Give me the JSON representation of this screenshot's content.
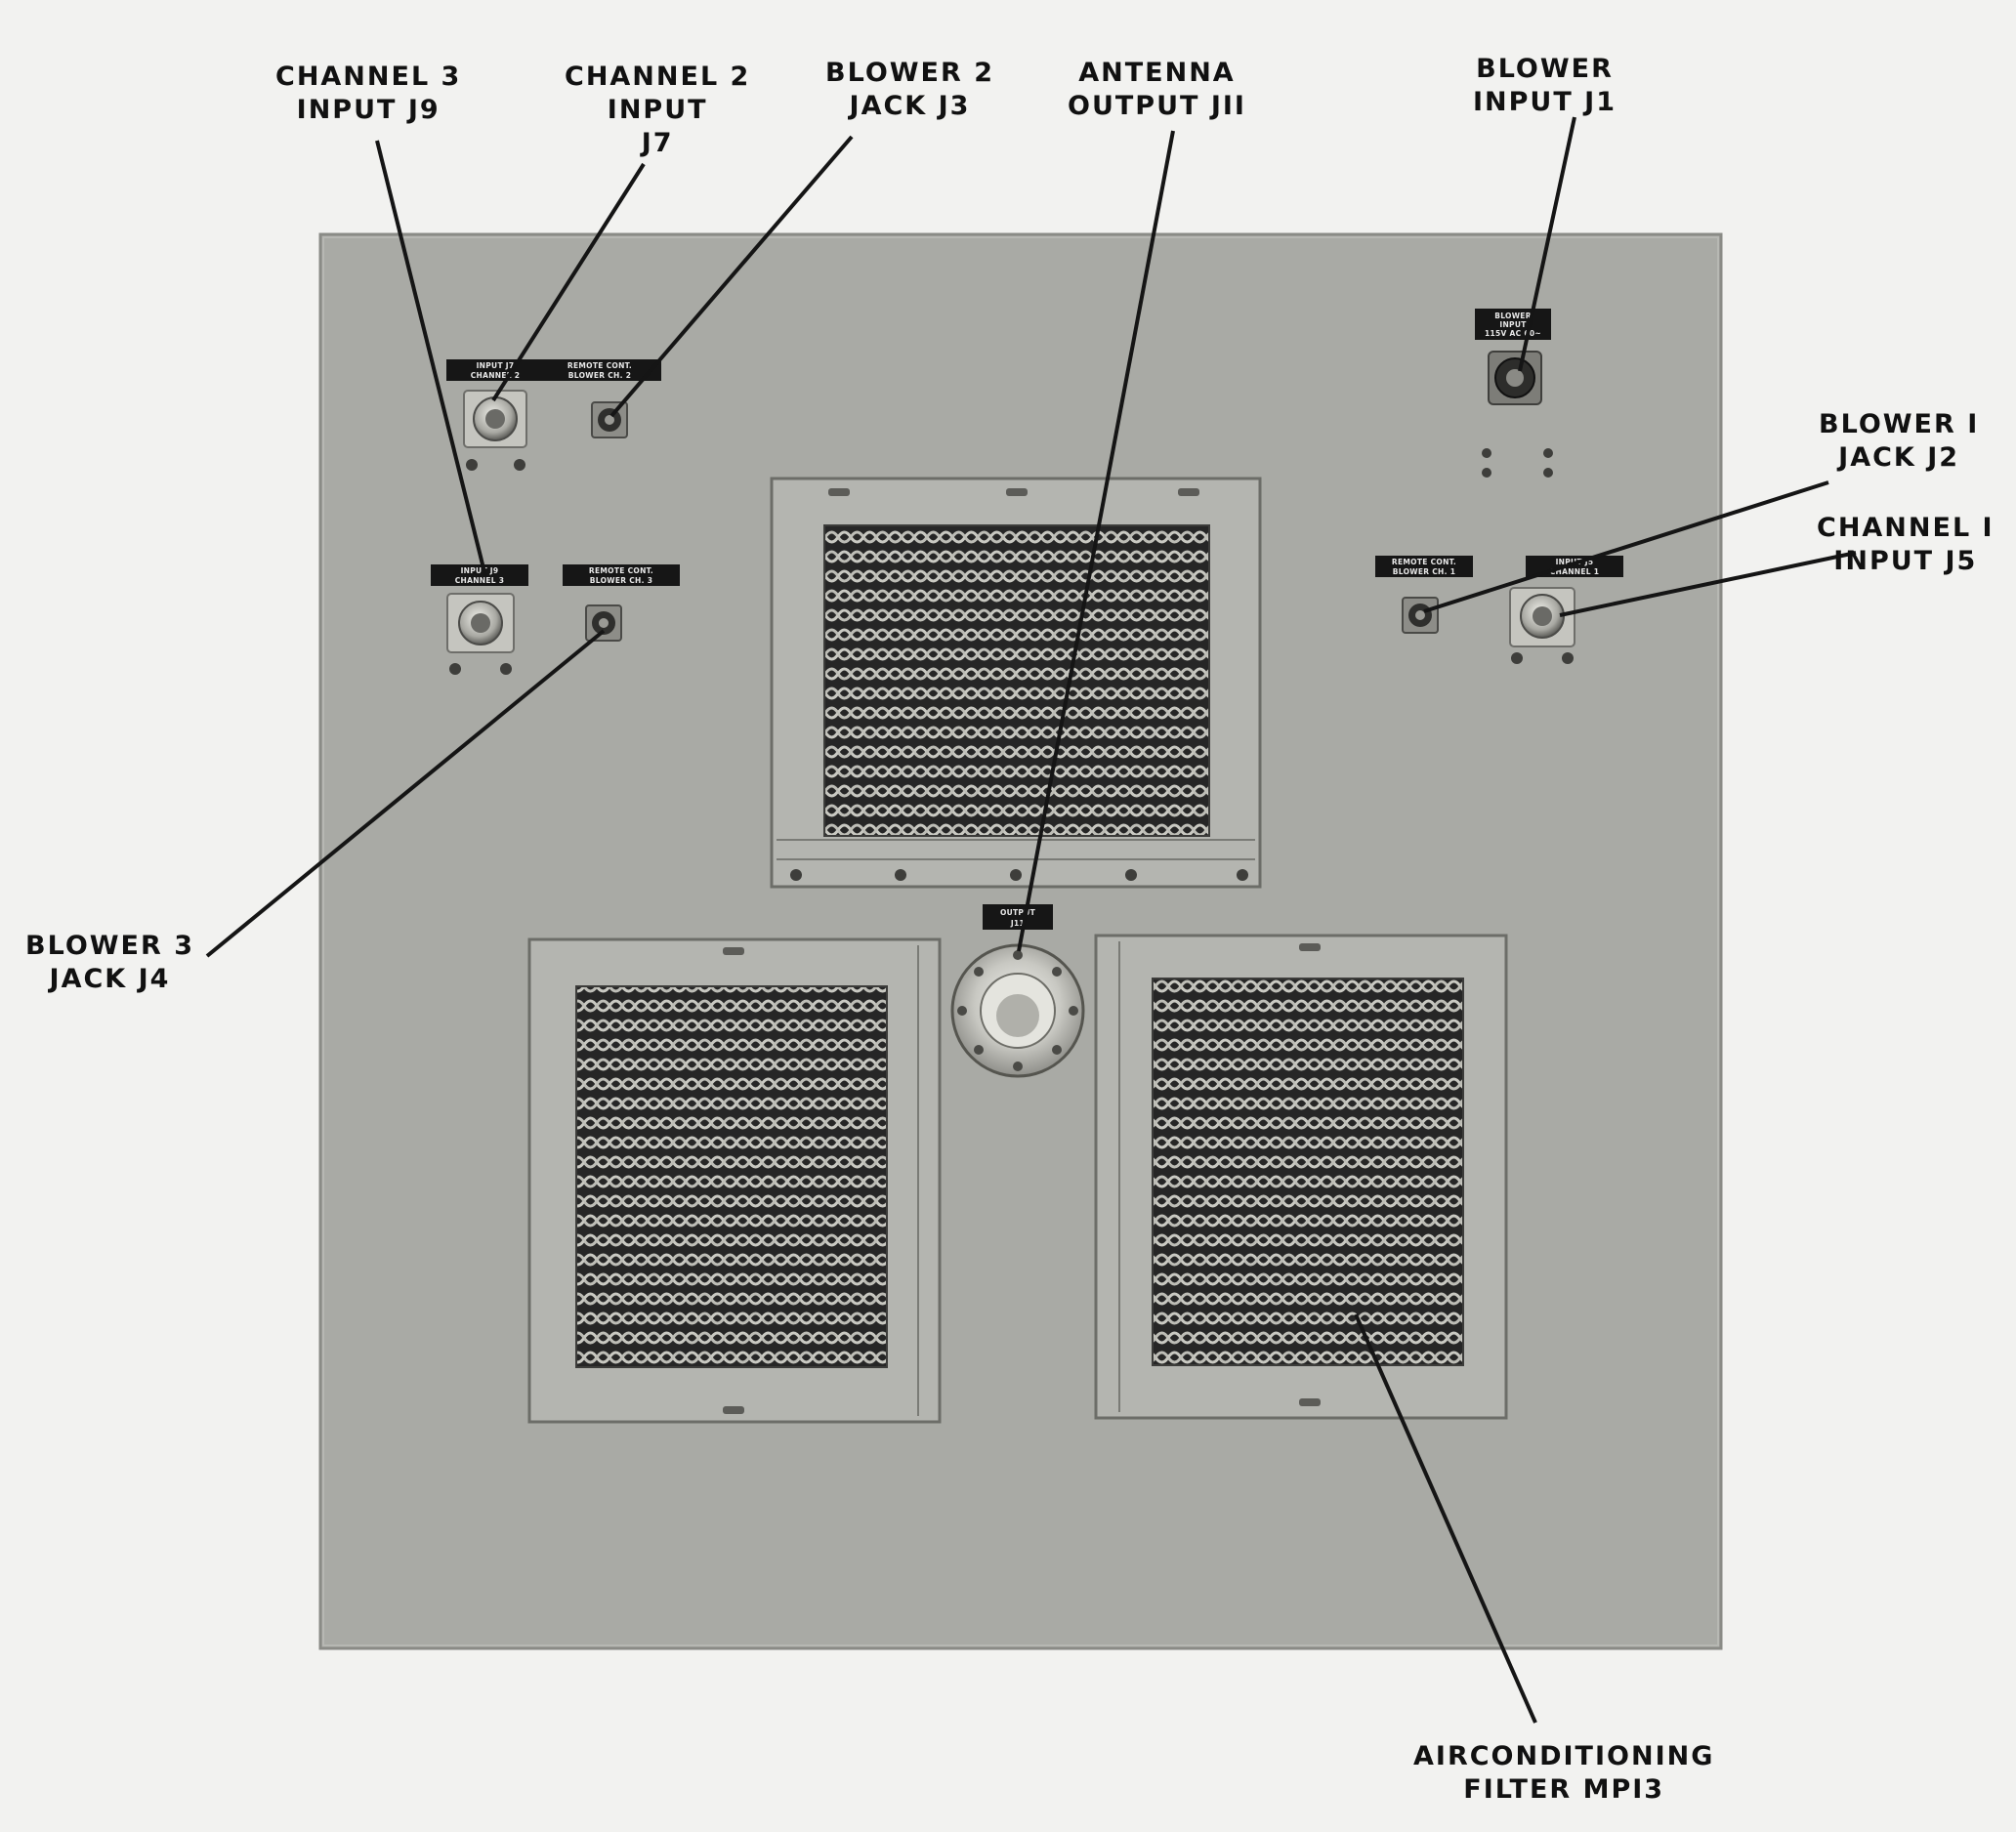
{
  "callouts": {
    "channel_3_input": "CHANNEL 3\nINPUT J9",
    "channel_2_input": "CHANNEL 2\nINPUT\nJ7",
    "blower_2_jack": "BLOWER 2\nJACK J3",
    "antenna_output": "ANTENNA\nOUTPUT JII",
    "blower_input": "BLOWER\nINPUT J1",
    "blower_1_jack": "BLOWER I\nJACK J2",
    "channel_1_input": "CHANNEL I\nINPUT J5",
    "blower_3_jack": "BLOWER 3\nJACK J4",
    "aircon_filter": "AIRCONDITIONING\nFILTER MPI3"
  },
  "plates": {
    "ch2_input_l1": "INPUT J7",
    "ch2_input_l2": "CHANNEL 2",
    "remote_ch2_l1": "REMOTE CONT.",
    "remote_ch2_l2": "BLOWER CH. 2",
    "ch3_input_l1": "INPUT J9",
    "ch3_input_l2": "CHANNEL 3",
    "remote_ch3_l1": "REMOTE CONT.",
    "remote_ch3_l2": "BLOWER CH. 3",
    "blower_input_l1": "BLOWER",
    "blower_input_l2": "INPUT",
    "blower_input_l3": "115V AC 60~",
    "remote_ch1_l1": "REMOTE CONT.",
    "remote_ch1_l2": "BLOWER CH. 1",
    "ch1_input_l1": "INPUT J5",
    "ch1_input_l2": "CHANNEL 1",
    "output_l1": "OUTPUT",
    "output_l2": "J11"
  },
  "colors": {
    "background": "#f2f2f0",
    "panel": "#a9aaa5",
    "mesh_dark": "#2a2a2a",
    "label_plate": "#1a1a1a",
    "leader_line": "#151515"
  }
}
